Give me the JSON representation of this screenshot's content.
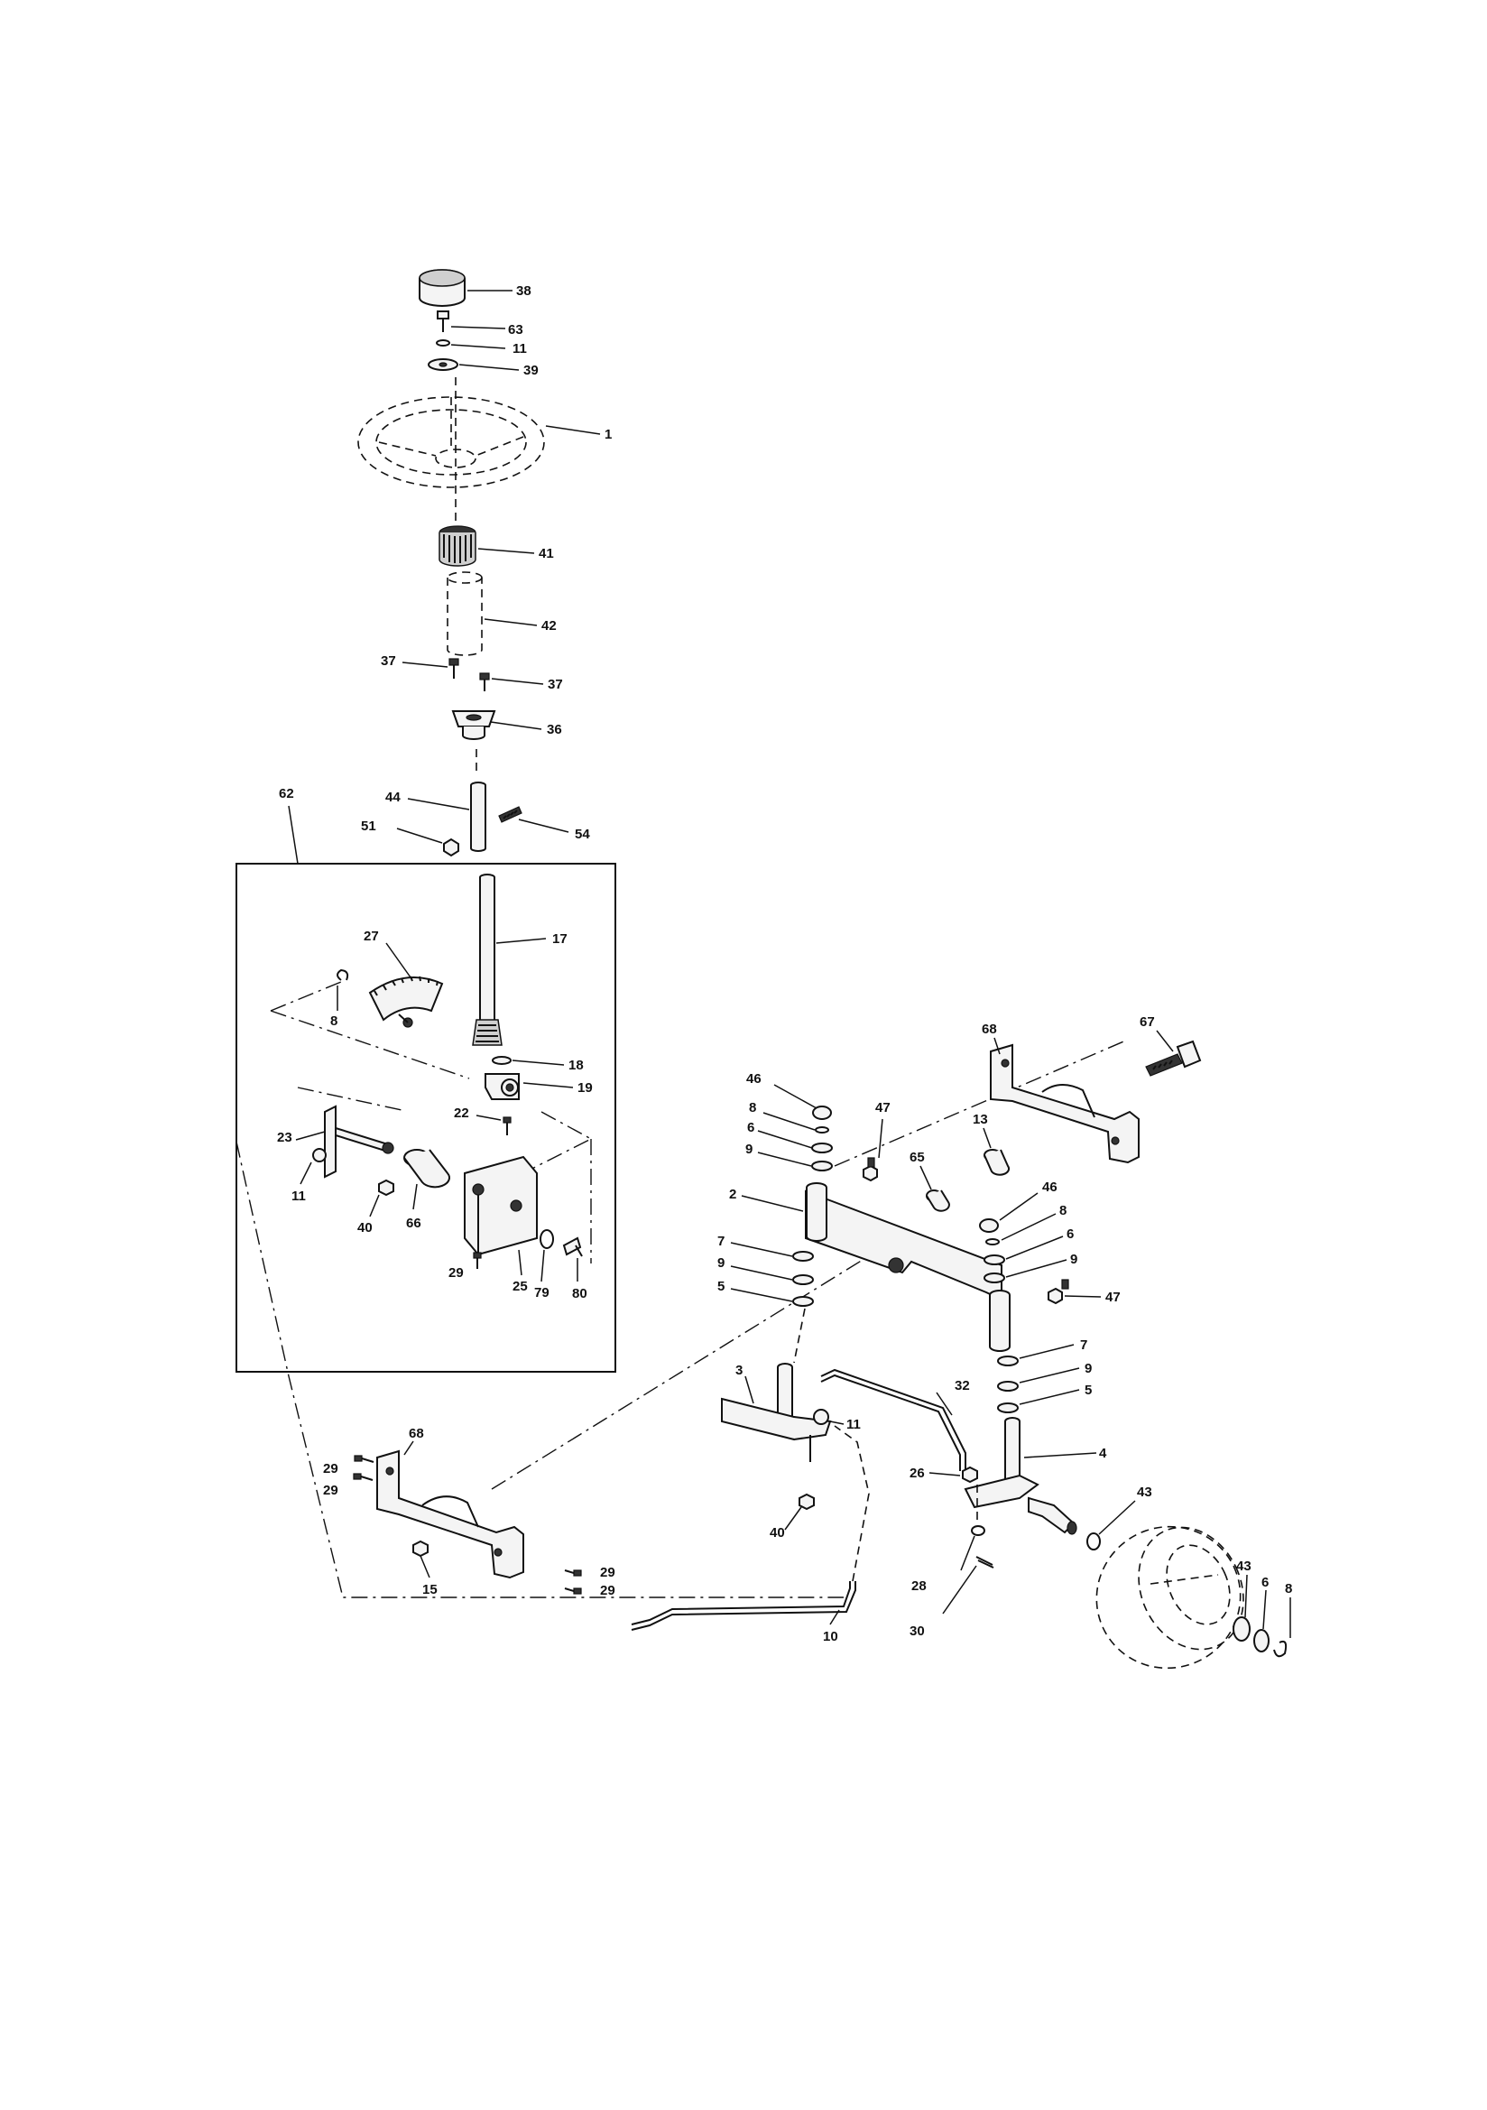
{
  "diagram": {
    "title": "",
    "labels": {
      "p38": "38",
      "p63": "63",
      "p11a": "11",
      "p39": "39",
      "p1": "1",
      "p41": "41",
      "p42": "42",
      "p37a": "37",
      "p37b": "37",
      "p36": "36",
      "p62": "62",
      "p44": "44",
      "p51": "51",
      "p54": "54",
      "p17": "17",
      "p27": "27",
      "p8a": "8",
      "p18": "18",
      "p19": "19",
      "p22": "22",
      "p23": "23",
      "p11b": "11",
      "p40a": "40",
      "p66": "66",
      "p29a": "29",
      "p25": "25",
      "p79": "79",
      "p80": "80",
      "p68a": "68",
      "p67": "67",
      "p46a": "46",
      "p8b": "8",
      "p6a": "6",
      "p9a": "9",
      "p47a": "47",
      "p13": "13",
      "p65": "65",
      "p2": "2",
      "p46b": "46",
      "p8c": "8",
      "p6b": "6",
      "p9b": "9",
      "p47b": "47",
      "p7a": "7",
      "p9c": "9",
      "p5a": "5",
      "p7b": "7",
      "p9d": "9",
      "p5b": "5",
      "p3": "3",
      "p11c": "11",
      "p32": "32",
      "p26": "26",
      "p4": "4",
      "p43a": "43",
      "p40b": "40",
      "p28": "28",
      "p30": "30",
      "p10": "10",
      "p43b": "43",
      "p6c": "6",
      "p8d": "8",
      "p68b": "68",
      "p29b": "29",
      "p29c": "29",
      "p15": "15",
      "p29d": "29",
      "p29e": "29"
    }
  }
}
